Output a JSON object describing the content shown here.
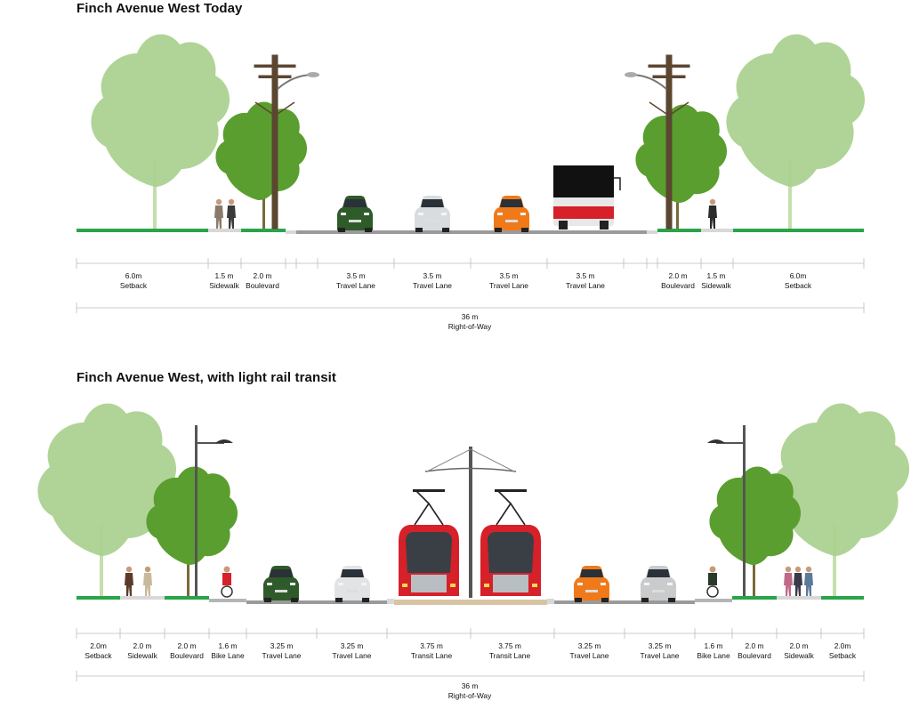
{
  "colors": {
    "grass": "#2aa44a",
    "road": "#9a9a9a",
    "walk": "#d8d8d8",
    "transitway": "#d7c4a4",
    "tree_light": "#a9d08e",
    "tree_dark": "#5a9e2f",
    "pole": "#5b4630",
    "lrt_red": "#d6202a"
  },
  "today": {
    "title": "Finch Avenue West Today",
    "segments": [
      {
        "value": "6.0m",
        "label": "Setback"
      },
      {
        "value": "1.5 m",
        "label": "Sidewalk"
      },
      {
        "value": "2.0 m",
        "label": "Boulevard"
      },
      {
        "value": "3.5 m",
        "label": "Travel Lane"
      },
      {
        "value": "3.5 m",
        "label": "Travel Lane"
      },
      {
        "value": "3.5 m",
        "label": "Travel Lane"
      },
      {
        "value": "3.5 m",
        "label": "Travel Lane"
      },
      {
        "value": "2.0 m",
        "label": "Boulevard"
      },
      {
        "value": "1.5 m",
        "label": "Sidewalk"
      },
      {
        "value": "6.0m",
        "label": "Setback"
      }
    ],
    "total": {
      "value": "36 m",
      "label": "Right-of-Way"
    }
  },
  "lrt": {
    "title": "Finch Avenue West, with light rail transit",
    "segments": [
      {
        "value": "2.0m",
        "label": "Setback"
      },
      {
        "value": "2.0 m",
        "label": "Sidewalk"
      },
      {
        "value": "2.0 m",
        "label": "Boulevard"
      },
      {
        "value": "1.6 m",
        "label": "Bike Lane"
      },
      {
        "value": "3.25 m",
        "label": "Travel Lane"
      },
      {
        "value": "3.25 m",
        "label": "Travel Lane"
      },
      {
        "value": "3.75 m",
        "label": "Transit Lane"
      },
      {
        "value": "3.75 m",
        "label": "Transit Lane"
      },
      {
        "value": "3.25 m",
        "label": "Travel Lane"
      },
      {
        "value": "3.25 m",
        "label": "Travel Lane"
      },
      {
        "value": "1.6 m",
        "label": "Bike Lane"
      },
      {
        "value": "2.0 m",
        "label": "Boulevard"
      },
      {
        "value": "2.0 m",
        "label": "Sidewalk"
      },
      {
        "value": "2.0m",
        "label": "Setback"
      }
    ],
    "total": {
      "value": "36 m",
      "label": "Right-of-Way"
    }
  }
}
